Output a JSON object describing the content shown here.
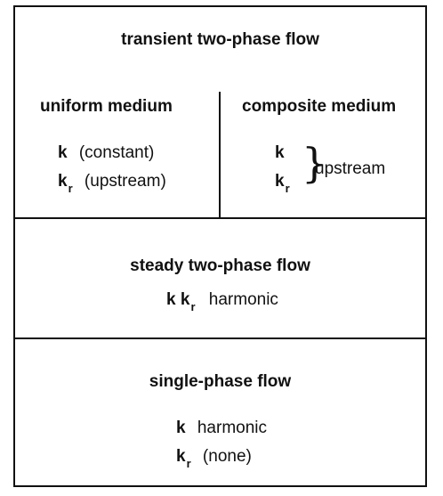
{
  "top": {
    "title": "transient two-phase flow",
    "uniform": {
      "title": "uniform medium",
      "k_symbol": "k",
      "k_note": "(constant)",
      "kr_symbol": "k",
      "kr_sub": "r",
      "kr_note": "(upstream)"
    },
    "composite": {
      "title": "composite medium",
      "k_symbol": "k",
      "kr_symbol": "k",
      "kr_sub": "r",
      "brace": "}",
      "note": "upstream"
    }
  },
  "steady": {
    "title": "steady two-phase flow",
    "k_symbol": "k",
    "kr_symbol": "k",
    "kr_sub": "r",
    "note": "harmonic"
  },
  "single": {
    "title": "single-phase flow",
    "k_symbol": "k",
    "k_note": "harmonic",
    "kr_symbol": "k",
    "kr_sub": "r",
    "kr_note": "(none)"
  }
}
